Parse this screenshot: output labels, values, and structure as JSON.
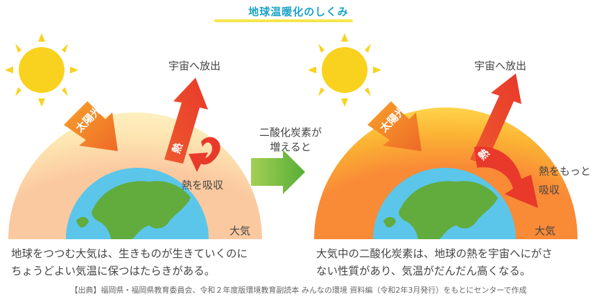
{
  "title": "地球温暖化のしくみ",
  "left": {
    "sunlight": "太陽光",
    "heat": "熱",
    "space": "宇宙へ放出",
    "absorb": "熱を吸収",
    "atmosphere": "大気",
    "description_line1": "地球をつつむ大気は、生きものが生きていくのに",
    "description_line2": "ちょうどよい気温に保つはたらきがある。"
  },
  "middle": {
    "line1": "二酸化炭素が",
    "line2": "増えると"
  },
  "right": {
    "sunlight": "太陽光",
    "heat": "熱",
    "space": "宇宙へ放出",
    "absorb_more_1": "熱をもっと",
    "absorb_more_2": "吸収",
    "atmosphere": "大気",
    "description_line1": "大気中の二酸化炭素は、地球の熱を宇宙へにがさ",
    "description_line2": "ない性質があり、気温がだんだん高くなる。"
  },
  "source": "【出典】福岡県・福岡県教育委員会、令和２年度版環境教育副読本 みんなの環境 資料編（令和2年3月発行）をもとにセンターで作成",
  "colors": {
    "title": "#1aa3c8",
    "sun": "#f9d21f",
    "atmosphere_left": "#fde9a6",
    "atmosphere_right": "#fbb434",
    "ocean": "#5bc6ea",
    "land": "#62ab3d",
    "arrow_red": "#e8392b",
    "arrow_green": "#62b33a"
  }
}
